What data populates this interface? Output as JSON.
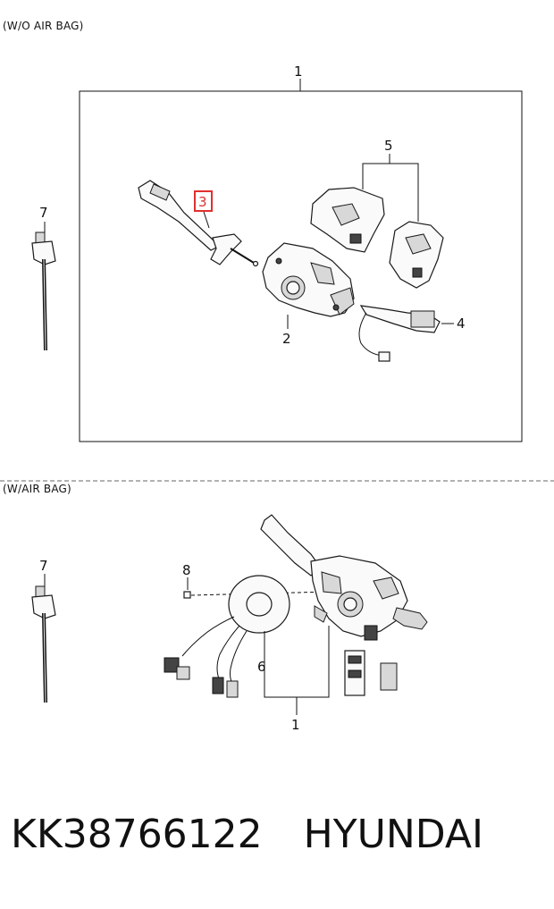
{
  "sections": {
    "top_label": "(W/O AIR BAG)",
    "bottom_label": "(W/AIR BAG)"
  },
  "callouts": {
    "top_assembly": "1",
    "top_clock": "2",
    "top_lever": "3",
    "top_switch": "4",
    "top_modules": "5",
    "top_tie": "7",
    "bottom_tie": "7",
    "bottom_screw": "8",
    "bottom_coil": "6",
    "bottom_assembly": "1"
  },
  "highlight_color": "#e0302e",
  "footer": {
    "part_number": "KK38766122",
    "brand": "HYUNDAI"
  }
}
